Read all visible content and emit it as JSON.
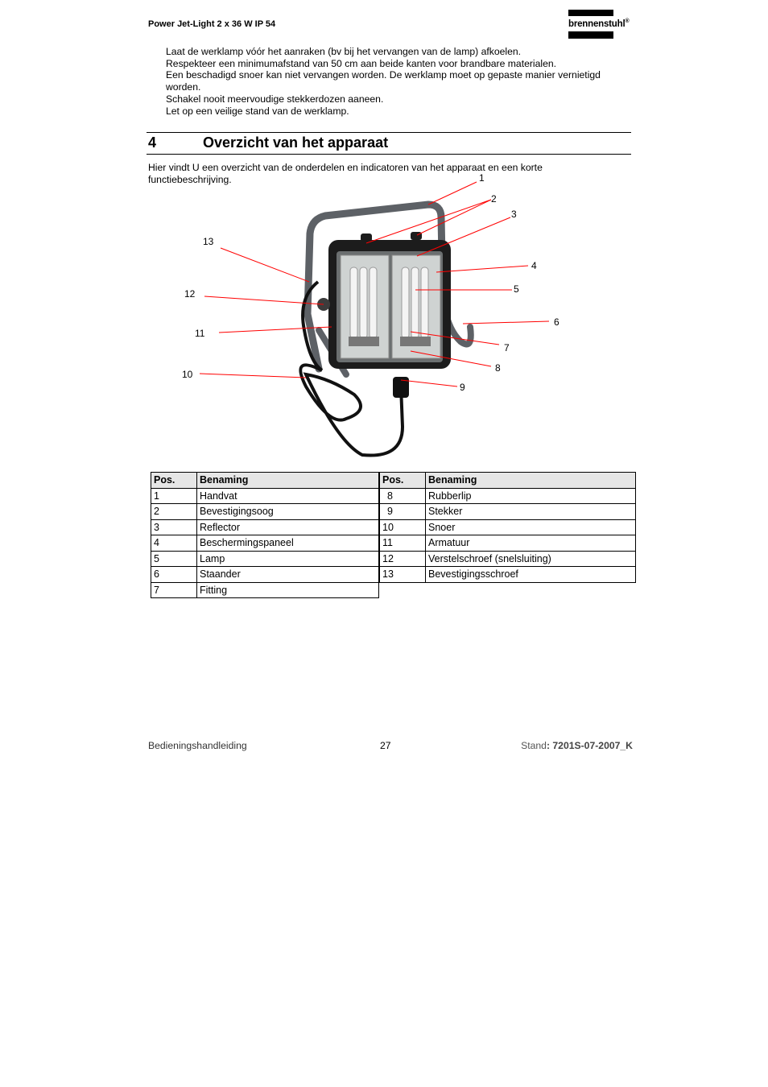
{
  "header": {
    "title": "Power Jet-Light 2 x 36 W IP 54",
    "logo_text": "brennenstuhl",
    "logo_mark": "®"
  },
  "safety_lines": [
    "Laat de werklamp vóór het aanraken (bv bij het vervangen van de lamp) afkoelen.",
    "Respekteer een minimumafstand van 50 cm aan beide kanten voor brandbare materialen.",
    "Een beschadigd snoer kan niet vervangen worden. De werklamp moet op gepaste manier vernietigd worden.",
    "Schakel nooit meervoudige stekkerdozen aaneen.",
    "Let op een veilige stand van de werklamp."
  ],
  "section": {
    "number": "4",
    "title": "Overzicht van het apparaat",
    "intro": "Hier vindt U een overzicht van de onderdelen en indicatoren van het apparaat en een korte functiebeschrijving."
  },
  "figure": {
    "callouts": [
      "1",
      "2",
      "3",
      "4",
      "5",
      "6",
      "7",
      "8",
      "9",
      "10",
      "11",
      "12",
      "13"
    ]
  },
  "parts_table": {
    "headers": [
      "Pos.",
      "Benaming"
    ],
    "left": [
      {
        "pos": "1",
        "name": "Handvat"
      },
      {
        "pos": "2",
        "name": "Bevestigingsoog"
      },
      {
        "pos": "3",
        "name": "Reflector"
      },
      {
        "pos": "4",
        "name": "Beschermingspaneel"
      },
      {
        "pos": "5",
        "name": "Lamp"
      },
      {
        "pos": "6",
        "name": "Staander"
      },
      {
        "pos": "7",
        "name": "Fitting"
      }
    ],
    "right": [
      {
        "pos": "8",
        "name": "Rubberlip"
      },
      {
        "pos": "9",
        "name": "Stekker"
      },
      {
        "pos": "10",
        "name": "Snoer"
      },
      {
        "pos": "11",
        "name": "Armatuur"
      },
      {
        "pos": "12",
        "name": "Verstelschroef (snelsluiting)"
      },
      {
        "pos": "13",
        "name": "Bevestigingsschroef"
      }
    ]
  },
  "footer": {
    "left": "Bedieningshandleiding",
    "page": "27",
    "right_label": "Stand",
    "right_value": ": 7201S-07-2007_K"
  },
  "colors": {
    "callout_line": "#ff0000",
    "table_header_bg": "#e6e6e6"
  }
}
